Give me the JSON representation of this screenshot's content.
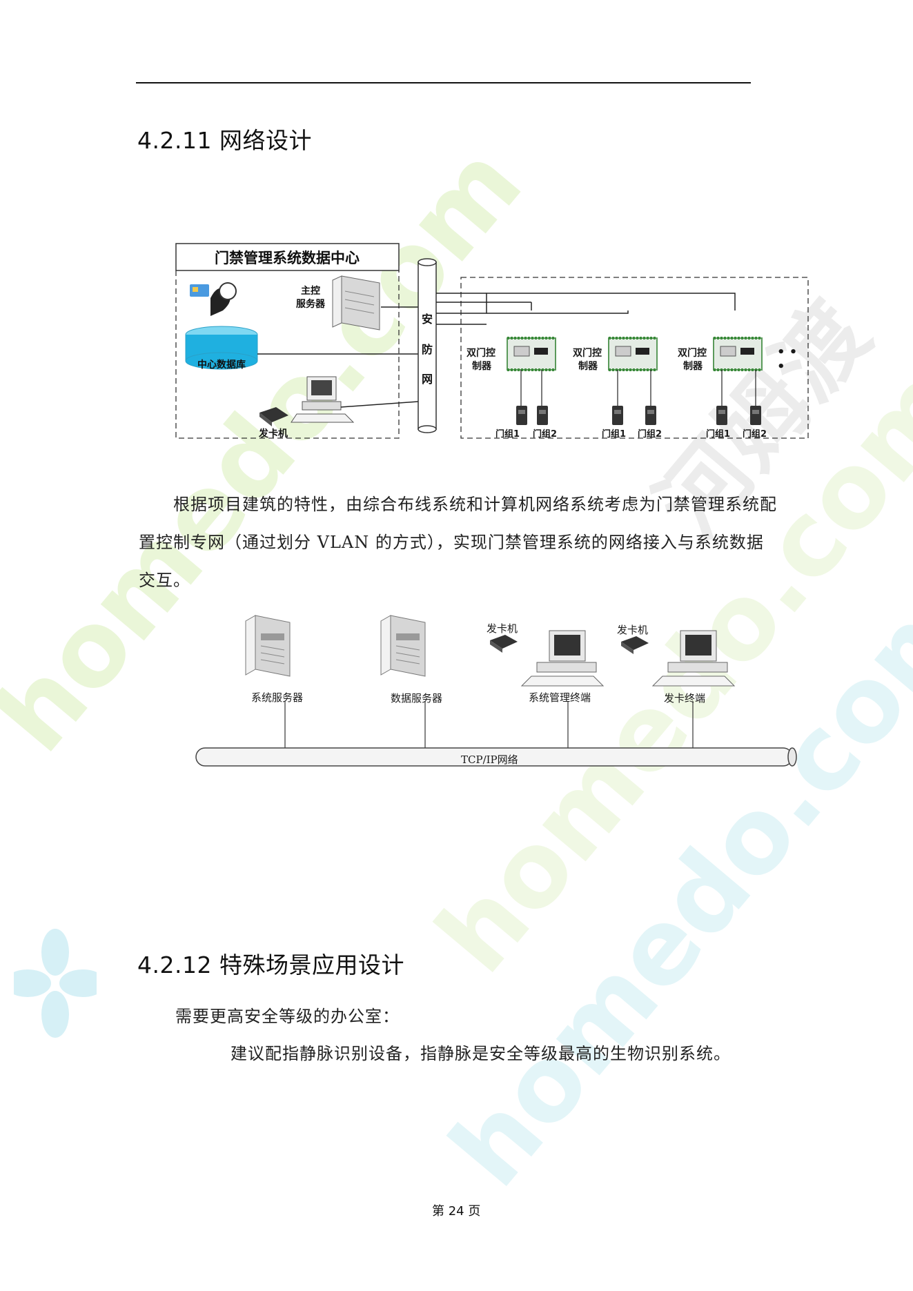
{
  "section1": {
    "title": "4.2.11 网络设计"
  },
  "diagram1": {
    "datacenter_title": "门禁管理系统数据中心",
    "main_server": [
      "主控",
      "服务器"
    ],
    "central_db": "中心数据库",
    "card_issuer": "发卡机",
    "backbone": [
      "安",
      "防",
      "网"
    ],
    "controllers": [
      {
        "label": [
          "双门控",
          "制器"
        ],
        "doors": [
          "门组1",
          "门组2"
        ]
      },
      {
        "label": [
          "双门控",
          "制器"
        ],
        "doors": [
          "门组1",
          "门组2"
        ]
      },
      {
        "label": [
          "双门控",
          "制器"
        ],
        "doors": [
          "门组1",
          "门组2"
        ]
      }
    ],
    "ellipsis": "• • •"
  },
  "paragraph1": "根据项目建筑的特性，由综合布线系统和计算机网络系统考虑为门禁管理系统配置控制专网（通过划分 VLAN 的方式），实现门禁管理系统的网络接入与系统数据交互。",
  "diagram2": {
    "nodes": [
      "系统服务器",
      "数据服务器",
      "系统管理终端",
      "发卡终端"
    ],
    "card_issuer_1": "发卡机",
    "card_issuer_2": "发卡机",
    "bus_label": "TCP/IP网络"
  },
  "section2": {
    "title": "4.2.12 特殊场景应用设计"
  },
  "paragraph2": "需要更高安全等级的办公室：",
  "paragraph3": "建议配指静脉识别设备，指静脉是安全等级最高的生物识别系统。",
  "footer": {
    "page": "第 24 页"
  },
  "watermark": {
    "text1": "homedo.com",
    "text2": "homedo.com",
    "text3": "homedo.com",
    "brand": "河姆渡"
  }
}
